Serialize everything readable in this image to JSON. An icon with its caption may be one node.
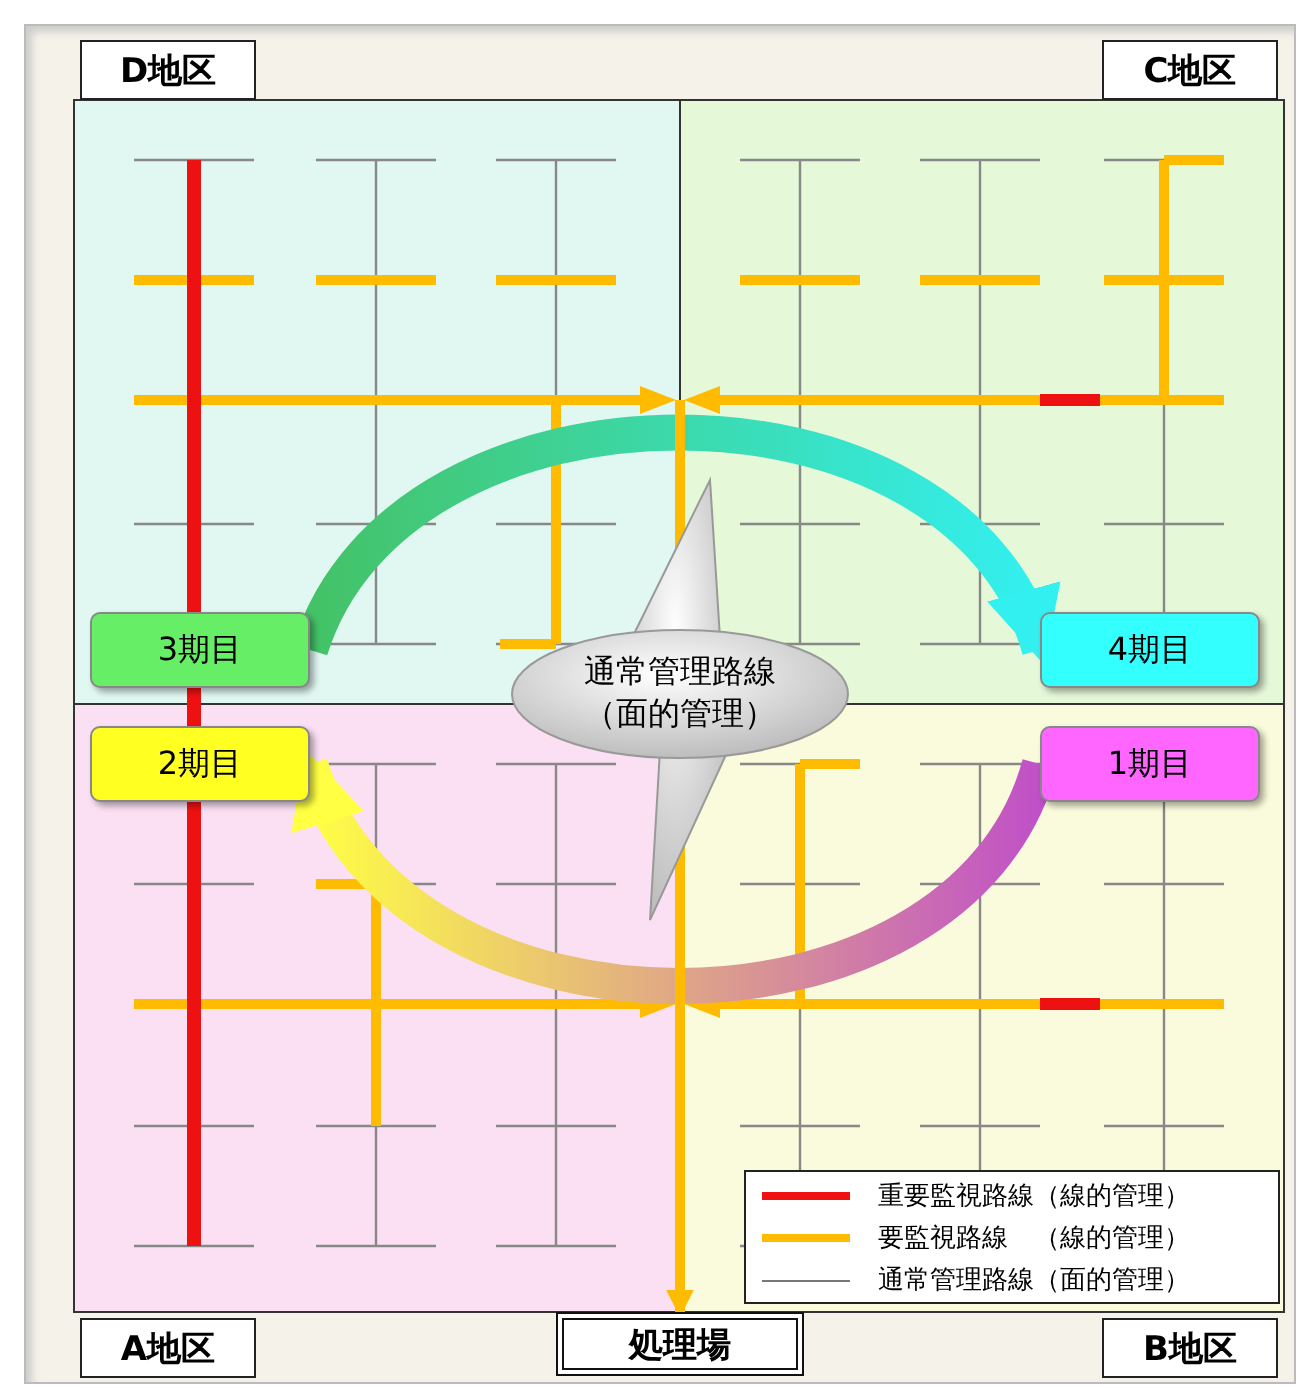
{
  "diagram": {
    "nodes": [
      {
        "text": [
          "D地区"
        ]
      },
      {
        "text": [
          "C地区"
        ]
      },
      {
        "text": [
          "3期目"
        ]
      },
      {
        "text": [
          "4期目"
        ]
      },
      {
        "text": [
          "通常管理路線（面的管理）"
        ]
      },
      {
        "text": [
          "2期目"
        ]
      },
      {
        "text": [
          "1期目"
        ]
      },
      {
        "text": [
          "A地区"
        ]
      },
      {
        "text": [
          "処理場"
        ]
      },
      {
        "text": [
          "B地区"
        ]
      }
    ],
    "edges": [
      {
        "from": 2,
        "to": 3,
        "arrow": "to"
      },
      {
        "from": 6,
        "to": 5,
        "arrow": "to"
      },
      {
        "from": null,
        "to": 8,
        "arrow": "to"
      }
    ],
    "legend": [
      {
        "text": "重要監視路線（線的管理）"
      },
      {
        "text": "要監視路線　（線的管理）"
      },
      {
        "text": "通常管理路線（面的管理）"
      }
    ]
  }
}
